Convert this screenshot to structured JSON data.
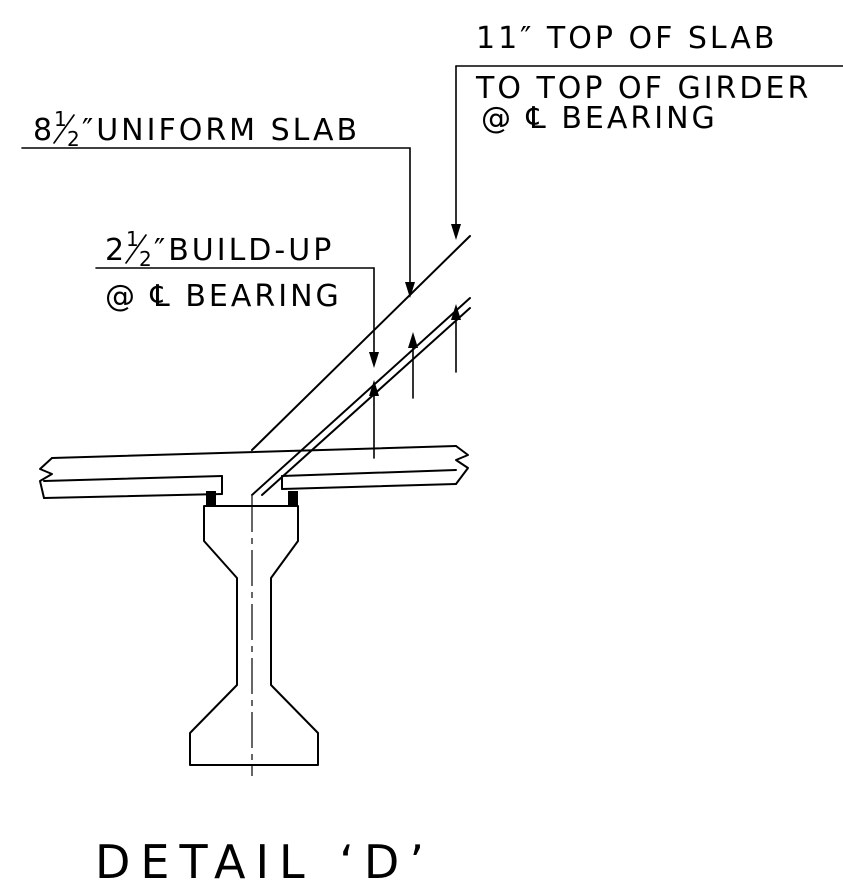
{
  "labels": {
    "top_of_slab_line1": "11″ TOP OF SLAB",
    "top_of_slab_line2": "TO TOP OF GIRDER",
    "top_of_slab_line3": "@ ℄ BEARING",
    "uniform_slab_whole": "8",
    "uniform_slab_num": "1",
    "uniform_slab_den": "2",
    "uniform_slab_text": "″UNIFORM SLAB",
    "buildup_whole": "2",
    "buildup_num": "1",
    "buildup_den": "2",
    "buildup_text": "″BUILD-UP",
    "buildup_line2": "@ ℄ BEARING"
  },
  "title": "DETAIL ‘D’"
}
